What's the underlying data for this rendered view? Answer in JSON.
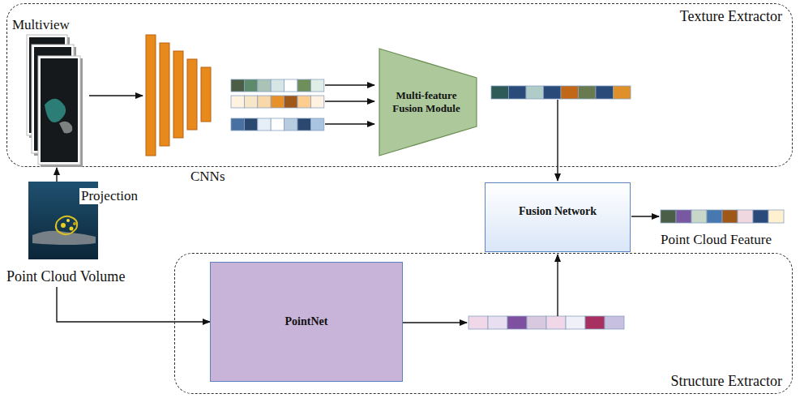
{
  "diagram": {
    "nodes": [
      {
        "text": [
          "Texture Extractor"
        ]
      },
      {
        "text": [
          "Multiview"
        ],
        "in": 0
      },
      {
        "text": [
          "Multi-feature Fusion Module"
        ],
        "in": 0
      },
      {
        "text": [
          "Fusion Network"
        ]
      },
      {
        "text": [
          "Point Cloud Volume"
        ]
      },
      {
        "text": [
          "Structure Extractor"
        ]
      },
      {
        "text": [
          "PointNet"
        ],
        "in": 5
      }
    ],
    "edges": [
      {
        "from": 4,
        "to": 1,
        "label": "Projection",
        "arrow": "to"
      },
      {
        "from": 4,
        "to": 6,
        "arrow": "to"
      }
    ],
    "labels": [
      "CNNs",
      "Point Cloud Feature"
    ]
  }
}
